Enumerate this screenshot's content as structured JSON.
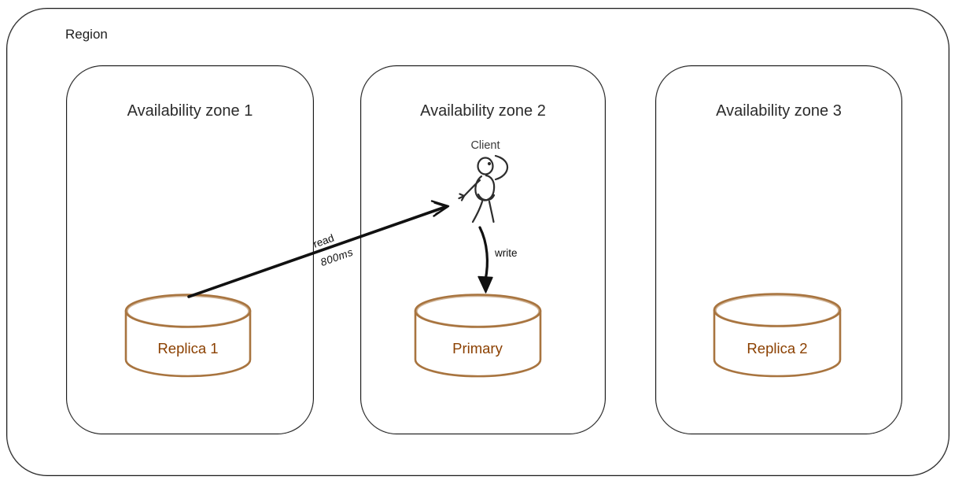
{
  "diagram": {
    "region": {
      "label": "Region"
    },
    "zones": [
      {
        "title": "Availability zone 1",
        "node": "Replica 1",
        "node_type": "database-replica"
      },
      {
        "title": "Availability zone 2",
        "node": "Primary",
        "node_type": "database-primary"
      },
      {
        "title": "Availability zone 3",
        "node": "Replica 2",
        "node_type": "database-replica"
      }
    ],
    "client": {
      "label": "Client"
    },
    "arrows": {
      "read": {
        "label": "read",
        "latency": "800ms",
        "from": "Replica 1",
        "to": "Client"
      },
      "write": {
        "label": "write",
        "from": "Client",
        "to": "Primary"
      }
    },
    "icons": {
      "database_cylinder": "cylinder-shape",
      "client_figure": "stick-figure"
    },
    "colors": {
      "outline": "#1c1c1c",
      "cylinder_stroke": "#a8743f",
      "cylinder_label": "#8b4000",
      "arrow": "#111111"
    }
  }
}
